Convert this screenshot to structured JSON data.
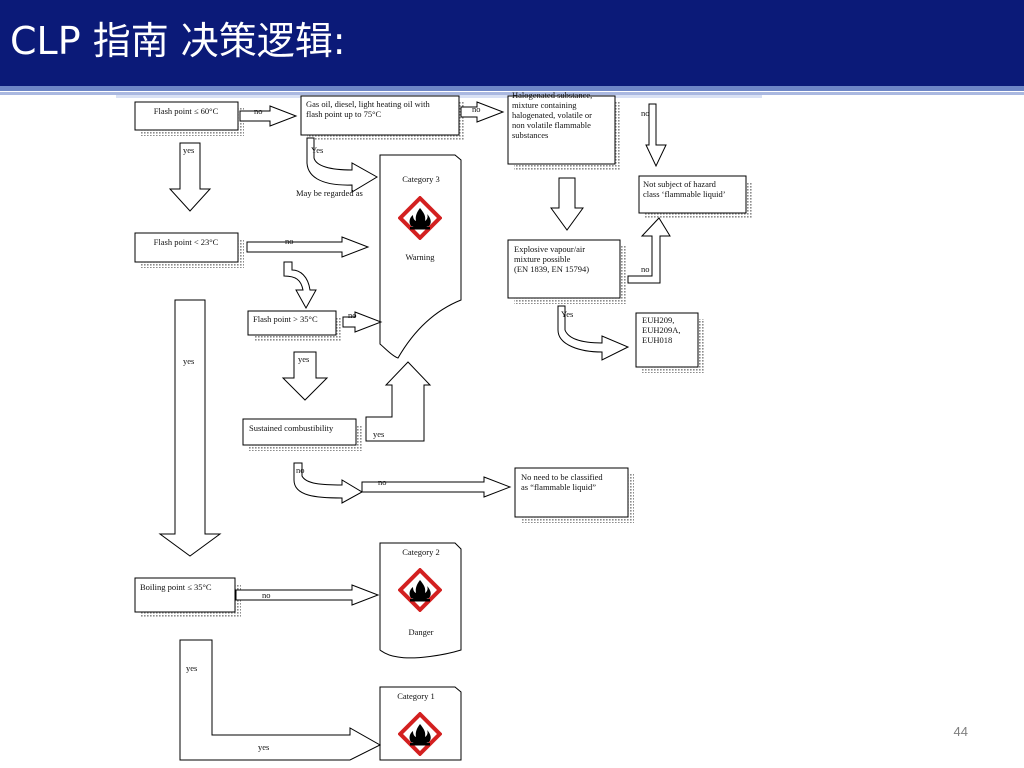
{
  "slide": {
    "title": "CLP 指南 决策逻辑:",
    "page_number": "44"
  },
  "diagram": {
    "box_flash60": "Flash point ≤ 60°C",
    "box_gasoil": [
      "Gas oil, diesel, light heating oil with",
      "flash point up to 75°C"
    ],
    "box_halogen": [
      "Halogenated substance,",
      "mixture containing",
      "halogenated, volatile or",
      "non volatile flammable",
      "substances"
    ],
    "box_notsubject": [
      "Not subject of hazard",
      "class ‘flammable liquid’"
    ],
    "box_explosive": [
      "Explosive vapour/air",
      "mixture possible",
      "(EN 1839, EN 15794)"
    ],
    "box_euh": [
      "EUH209,",
      "EUH209A,",
      "EUH018"
    ],
    "box_flash23": "Flash point < 23°C",
    "box_flash35": "Flash point > 35°C",
    "box_sustained": "Sustained combustibility",
    "box_noneed": [
      "No need to be classified",
      "as “flammable liquid”"
    ],
    "box_boiling": "Boiling point ≤ 35°C",
    "cat3": {
      "label": "Category 3",
      "signal": "Warning"
    },
    "cat2": {
      "label": "Category 2",
      "signal": "Danger"
    },
    "cat1": {
      "label": "Category 1"
    },
    "lbl_no": "no",
    "lbl_yes": "yes",
    "lbl_Yes": "Yes",
    "lbl_may": "May be regarded as"
  }
}
